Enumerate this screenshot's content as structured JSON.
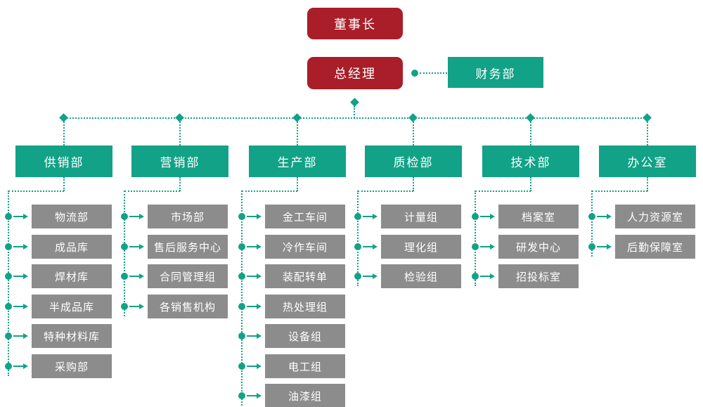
{
  "colors": {
    "executive_red": "#A91E28",
    "department_teal": "#12A287",
    "unit_gray": "#8C8C8C",
    "connector_teal": "#12A287",
    "text_white": "#FFFFFF"
  },
  "top": {
    "chairman": "董事长",
    "general_manager": "总经理",
    "finance": "财务部"
  },
  "departments": [
    {
      "label": "供销部",
      "children": [
        "物流部",
        "成品库",
        "焊材库",
        "半成品库",
        "特种材料库",
        "采购部"
      ]
    },
    {
      "label": "营销部",
      "children": [
        "市场部",
        "售后服务中心",
        "合同管理组",
        "各销售机构"
      ]
    },
    {
      "label": "生产部",
      "children": [
        "金工车间",
        "冷作车间",
        "装配转单",
        "热处理组",
        "设备组",
        "电工组",
        "油漆组"
      ]
    },
    {
      "label": "质检部",
      "children": [
        "计量组",
        "理化组",
        "检验组"
      ]
    },
    {
      "label": "技术部",
      "children": [
        "档案室",
        "研发中心",
        "招投标室"
      ]
    },
    {
      "label": "办公室",
      "children": [
        "人力资源室",
        "后勤保障室"
      ]
    }
  ]
}
